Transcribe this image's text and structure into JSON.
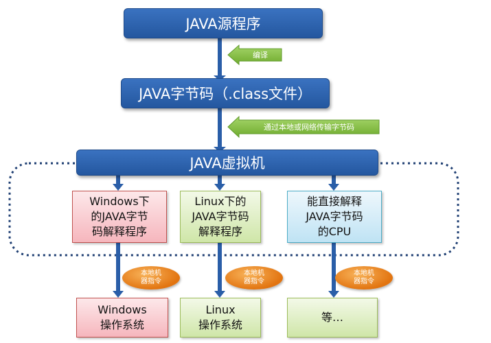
{
  "top": "JAVA源程序",
  "compile_label": "编译",
  "bytecode": "JAVA字节码（.class文件）",
  "transfer_label": "通过本地或网络传输字节码",
  "jvm": "JAVA虚拟机",
  "interpreters": [
    {
      "lines": [
        "Windows下",
        "的JAVA字节",
        "码解释程序"
      ]
    },
    {
      "lines": [
        "Linux下的",
        "JAVA字节码",
        "解释程序"
      ]
    },
    {
      "lines": [
        "能直接解释",
        "JAVA字节码",
        "的CPU"
      ]
    }
  ],
  "instruction_label": [
    "本地机",
    "器指令"
  ],
  "systems": [
    {
      "lines": [
        "Windows",
        "操作系统"
      ]
    },
    {
      "lines": [
        "Linux",
        "操作系统"
      ]
    },
    {
      "lines": [
        "等…"
      ]
    }
  ],
  "colors": {
    "blue": "#2a5ea8",
    "arrow_green": "#8cc63f",
    "oval_orange": "#e8861f"
  }
}
